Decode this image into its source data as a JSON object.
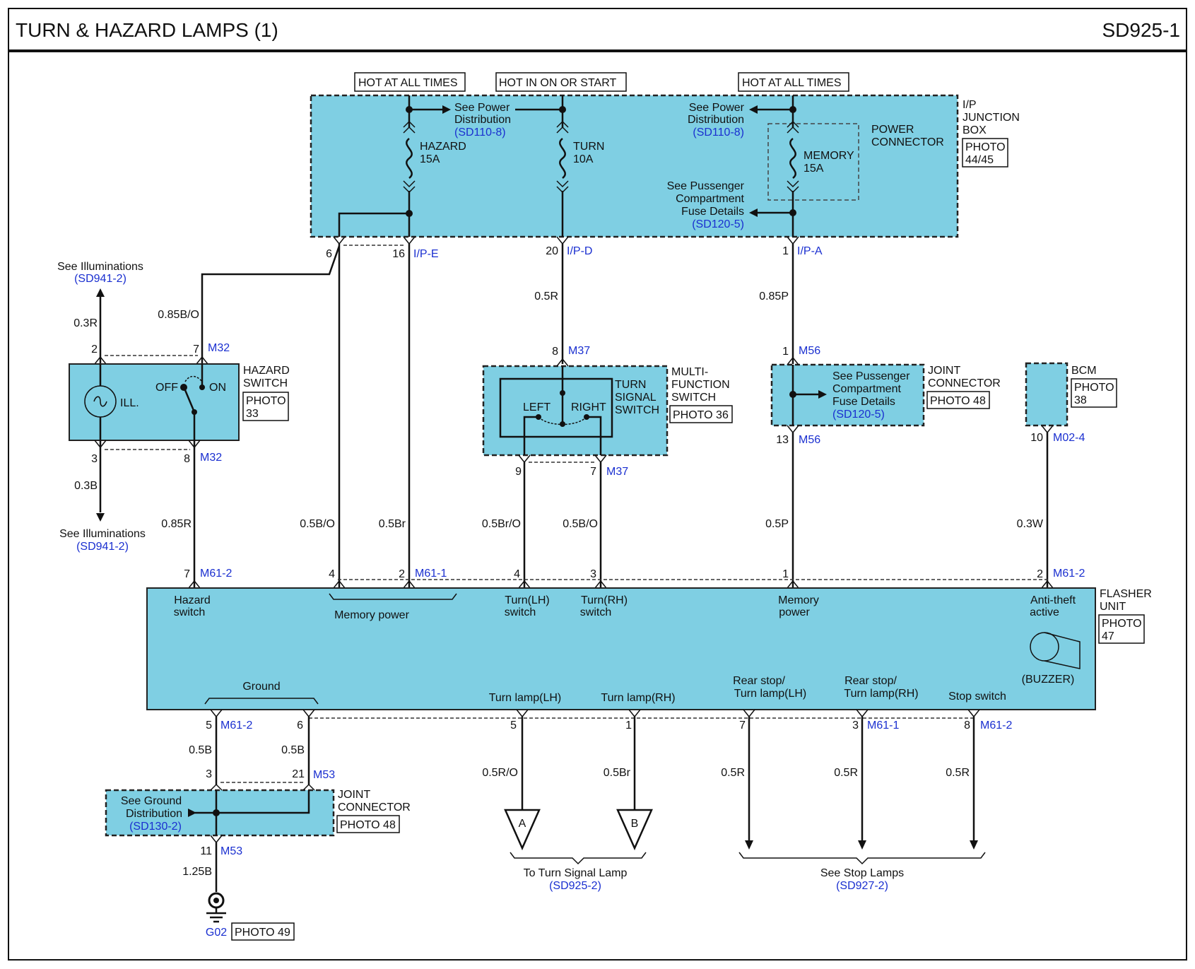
{
  "header": {
    "title": "TURN & HAZARD LAMPS (1)",
    "code": "SD925-1"
  },
  "power": {
    "hot_always_1": "HOT AT ALL TIMES",
    "hot_on_start": "HOT IN ON OR START",
    "hot_always_2": "HOT AT ALL TIMES",
    "see_power_1": [
      "See Power",
      "Distribution"
    ],
    "ref_power_1": "(SD110-8)",
    "see_power_2": [
      "See Power",
      "Distribution"
    ],
    "ref_power_2": "(SD110-8)",
    "see_pass_1": [
      "See Pussenger",
      "Compartment",
      "Fuse Details"
    ],
    "ref_pass_1": "(SD120-5)"
  },
  "fuses": {
    "hazard": [
      "HAZARD",
      "15A"
    ],
    "turn": [
      "TURN",
      "10A"
    ],
    "memory": [
      "MEMORY",
      "15A"
    ]
  },
  "junction_box": {
    "name": [
      "I/P",
      "JUNCTION",
      "BOX"
    ],
    "photo": [
      "PHOTO",
      "44/45"
    ],
    "power_connector": [
      "POWER",
      "CONNECTOR"
    ],
    "pins": {
      "p6": "6",
      "p16": "16",
      "p20": "20",
      "p1": "1"
    },
    "conns": {
      "ipe": "I/P-E",
      "ipd": "I/P-D",
      "ipa": "I/P-A"
    }
  },
  "hazard_switch": {
    "name": [
      "HAZARD",
      "SWITCH"
    ],
    "photo": [
      "PHOTO",
      "33"
    ],
    "ill": "ILL.",
    "off": "OFF",
    "on": "ON",
    "see_illum_top": "See Illuminations",
    "ref_illum_top": "(SD941-2)",
    "see_illum_bot": "See Illuminations",
    "ref_illum_bot": "(SD941-2)",
    "wire_top_left": "0.3R",
    "wire_top_right": "0.85B/O",
    "wire_bot_left": "0.3B",
    "wire_bot_right": "0.85R",
    "pin2": "2",
    "pin7": "7",
    "pin3": "3",
    "pin8": "8",
    "conn": "M32"
  },
  "multifunction": {
    "name": [
      "MULTI-",
      "FUNCTION",
      "SWITCH"
    ],
    "photo": "PHOTO 36",
    "turn_signal": [
      "TURN",
      "SIGNAL",
      "SWITCH"
    ],
    "left": "LEFT",
    "right": "RIGHT",
    "pin8": "8",
    "pin9": "9",
    "pin7": "7",
    "conn": "M37",
    "wire_top": "0.5R",
    "wire_left": "0.5Br/O",
    "wire_right": "0.5B/O"
  },
  "joint_top": {
    "name": [
      "JOINT",
      "CONNECTOR"
    ],
    "photo": "PHOTO 48",
    "see": [
      "See Pussenger",
      "Compartment",
      "Fuse Details"
    ],
    "ref": "(SD120-5)",
    "pin1": "1",
    "pin13": "13",
    "conn": "M56",
    "wire_top": "0.85P",
    "wire_bot": "0.5P"
  },
  "bcm": {
    "name": "BCM",
    "photo": [
      "PHOTO",
      "38"
    ],
    "pin": "10",
    "conn": "M02-4",
    "wire": "0.3W"
  },
  "left_wires": {
    "w1": "0.5B/O",
    "w2": "0.5Br"
  },
  "flasher": {
    "name": [
      "FLASHER",
      "UNIT"
    ],
    "photo": [
      "PHOTO",
      "47"
    ],
    "buzzer": "(BUZZER)",
    "hazard_switch": [
      "Hazard",
      "switch"
    ],
    "memory_power_l": "Memory power",
    "turn_lh": [
      "Turn(LH)",
      "switch"
    ],
    "turn_rh": [
      "Turn(RH)",
      "switch"
    ],
    "memory_power_r": [
      "Memory",
      "power"
    ],
    "anti_theft": [
      "Anti-theft",
      "active"
    ],
    "ground": "Ground",
    "turn_lamp_lh": "Turn lamp(LH)",
    "turn_lamp_rh": "Turn lamp(RH)",
    "rear_lh": [
      "Rear stop/",
      "Turn lamp(LH)"
    ],
    "rear_rh": [
      "Rear stop/",
      "Turn lamp(RH)"
    ],
    "stop_switch": "Stop switch",
    "top_pins": {
      "p7": "7",
      "p4l": "4",
      "p2": "2",
      "p4": "4",
      "p3": "3",
      "p1": "1",
      "p2r": "2"
    },
    "top_conns": {
      "c1": "M61-2",
      "c2": "M61-1",
      "c3": "M61-2"
    },
    "bot_pins": {
      "p5": "5",
      "p6": "6",
      "p5b": "5",
      "p1b": "1",
      "p7b": "7",
      "p3b": "3",
      "p8b": "8"
    },
    "bot_conns": {
      "c1": "M61-2",
      "c2": "M61-1",
      "c3": "M61-2"
    }
  },
  "bottom": {
    "wires": {
      "g1": "0.5B",
      "g2": "0.5B",
      "a": "0.5R/O",
      "b": "0.5Br",
      "r1": "0.5R",
      "r2": "0.5R",
      "r3": "0.5R",
      "ground": "1.25B"
    },
    "joint": {
      "name": [
        "JOINT",
        "CONNECTOR"
      ],
      "photo": "PHOTO 48",
      "see": [
        "See Ground",
        "Distribution"
      ],
      "ref": "(SD130-2)",
      "pin3": "3",
      "pin21": "21",
      "pin11": "11",
      "conn": "M53"
    },
    "ground": {
      "name": "G02",
      "photo": "PHOTO 49"
    },
    "a": "A",
    "b": "B",
    "turn_signal_lamp": "To Turn Signal Lamp",
    "ref_turn": "(SD925-2)",
    "stop_lamps": "See Stop Lamps",
    "ref_stop": "(SD927-2)"
  }
}
